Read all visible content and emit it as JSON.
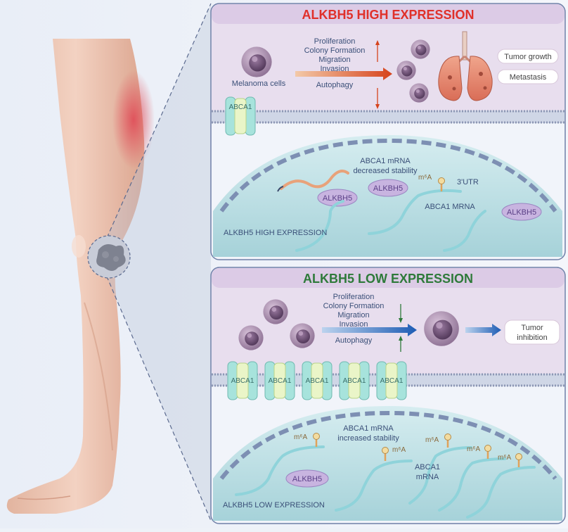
{
  "high": {
    "title": "ALKBH5 HIGH EXPRESSION",
    "cells_label": "Melanoma cells",
    "processes": [
      "Proliferation",
      "Colony Formation",
      "Migration",
      "Invasion",
      "Autophagy"
    ],
    "outcomes": [
      "Tumor growth",
      "Metastasis"
    ],
    "abca1_label": "ABCA1",
    "mrna_note": [
      "ABCA1 mRNA",
      "decreased stability"
    ],
    "m6a": "m⁶A",
    "utr": "3'UTR",
    "alkbh5": "ALKBH5",
    "mrna_label": "ABCA1 MRNA",
    "nucleus_label": "ALKBH5 HIGH EXPRESSION"
  },
  "low": {
    "title": "ALKBH5 LOW EXPRESSION",
    "processes": [
      "Proliferation",
      "Colony Formation",
      "Migration",
      "Invasion",
      "Autophagy"
    ],
    "outcome": [
      "Tumor",
      "inhibition"
    ],
    "abca1_label": "ABCA1",
    "mrna_note": [
      "ABCA1 mRNA",
      "increased stability"
    ],
    "m6a": "m⁶A",
    "alkbh5": "ALKBH5",
    "mrna_label": [
      "ABCA1",
      "mRNA"
    ],
    "nucleus_label": "ALKBH5 LOW EXPRESSION"
  },
  "colors": {
    "high_title": "#e0302a",
    "low_title": "#2e7a3a",
    "panel_fill": "#eae0f0",
    "panel_border": "#6f7fa8",
    "nucleus": "#bfe0e6"
  }
}
